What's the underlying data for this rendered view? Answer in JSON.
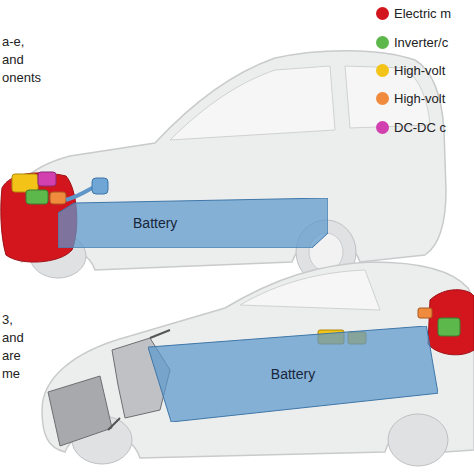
{
  "diagram": {
    "nodes": [
      {
        "text": [
          "Battery"
        ]
      },
      {
        "text": [
          "Battery"
        ]
      }
    ],
    "labels": [
      "a-e,",
      "and",
      "onents",
      "3,",
      "and",
      "are",
      "me"
    ],
    "legend": [
      {
        "text": "Electric m",
        "color": "#d3151e"
      },
      {
        "text": "Inverter/c",
        "color": "#5db84b"
      },
      {
        "text": "High-volt",
        "color": "#f3c317"
      },
      {
        "text": "High-volt",
        "color": "#f08a3c"
      },
      {
        "text": "DC-DC c",
        "color": "#d23fae"
      }
    ]
  }
}
